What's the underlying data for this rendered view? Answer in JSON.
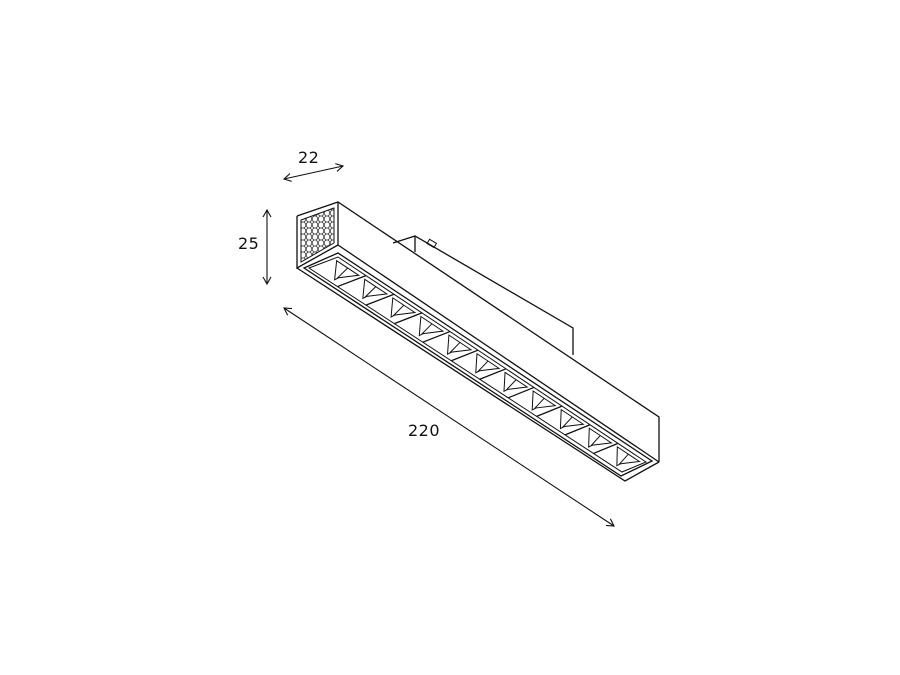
{
  "drawing": {
    "subject": "linear magnetic track spotlight fixture, isometric view",
    "line_color": "#111111",
    "background": "#ffffff"
  },
  "dimensions": {
    "width": {
      "label": "22",
      "unit": "mm"
    },
    "height": {
      "label": "25",
      "unit": "mm"
    },
    "length": {
      "label": "220",
      "unit": "mm"
    }
  },
  "fixture": {
    "lens_count": 11,
    "end_cap": "honeycomb-grille"
  }
}
